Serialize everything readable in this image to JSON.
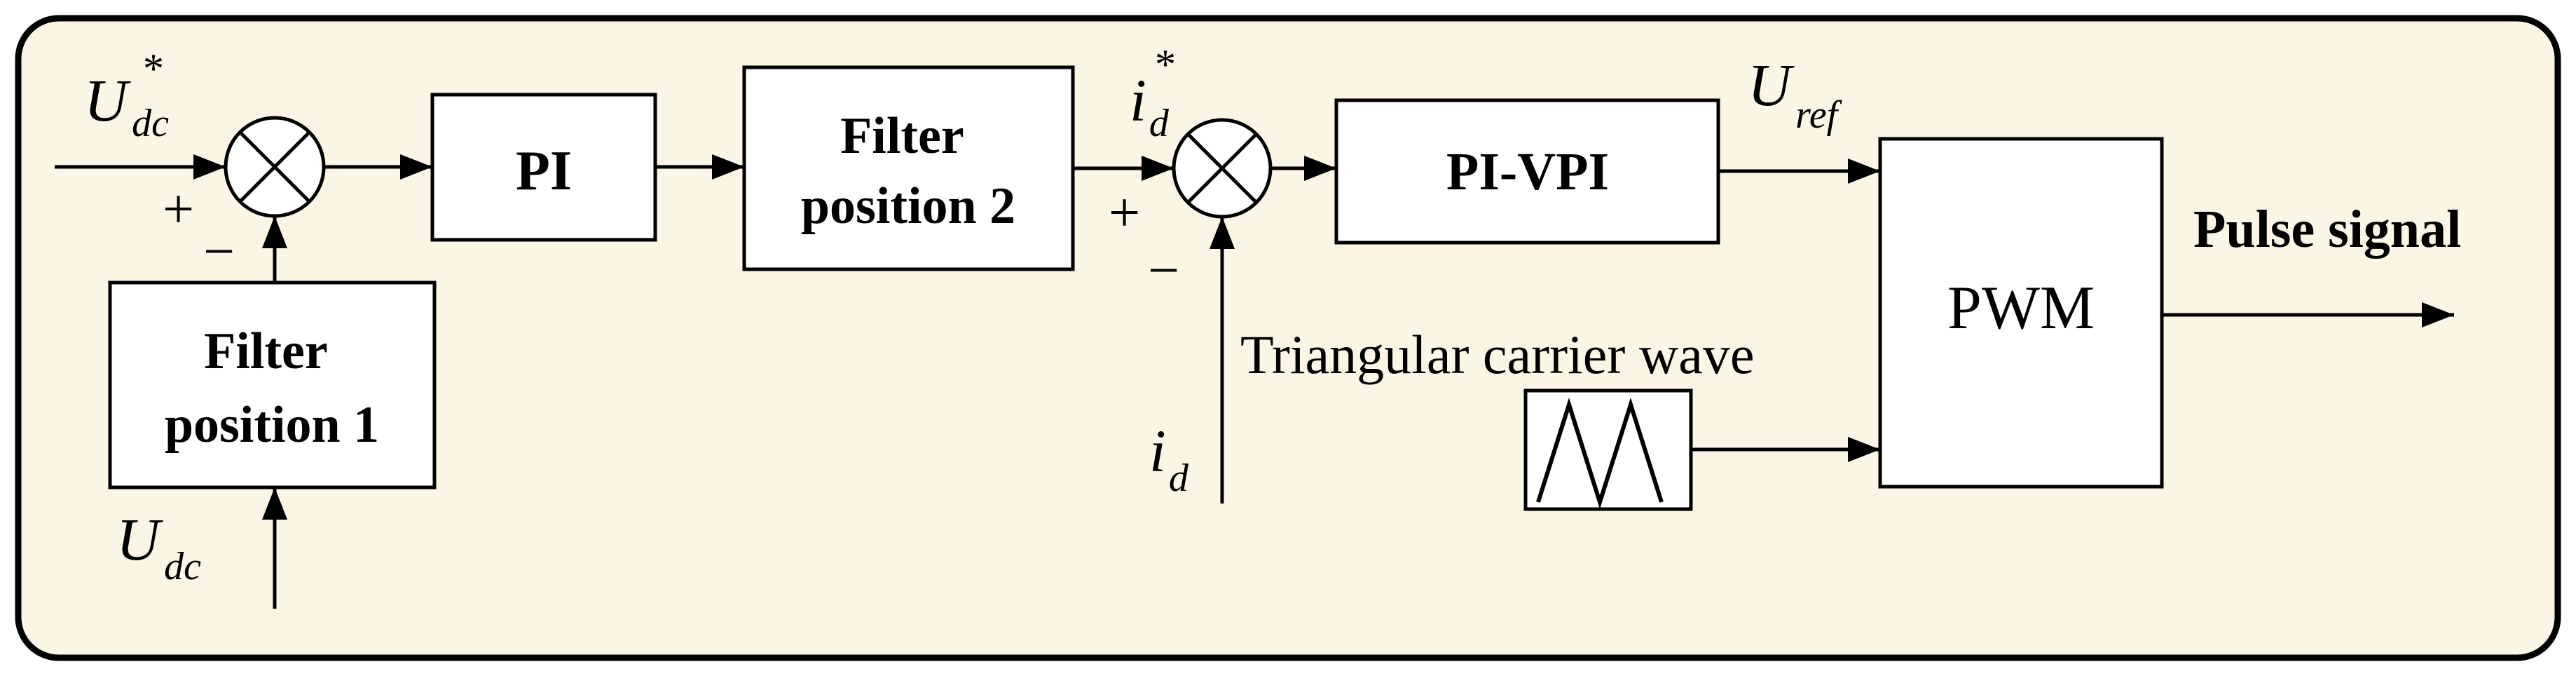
{
  "blocks": {
    "pi": "PI",
    "filter_pos2": [
      "Filter",
      "position 2"
    ],
    "filter_pos1": [
      "Filter",
      "position 1"
    ],
    "pi_vpi": "PI-VPI",
    "pwm": "PWM"
  },
  "signals": {
    "udc_ref": {
      "main": "U",
      "sub": "dc",
      "sup": "*"
    },
    "udc": {
      "main": "U",
      "sub": "dc"
    },
    "id_ref": {
      "main": "i",
      "sub": "d",
      "sup": "*"
    },
    "id": {
      "main": "i",
      "sub": "d"
    },
    "uref": {
      "main": "U",
      "sub": "ref"
    }
  },
  "labels": {
    "carrier": "Triangular carrier wave",
    "output": "Pulse signal"
  },
  "signs": {
    "plus": "+",
    "minus": "−"
  },
  "colors": {
    "panel": "#fbf5e6"
  }
}
